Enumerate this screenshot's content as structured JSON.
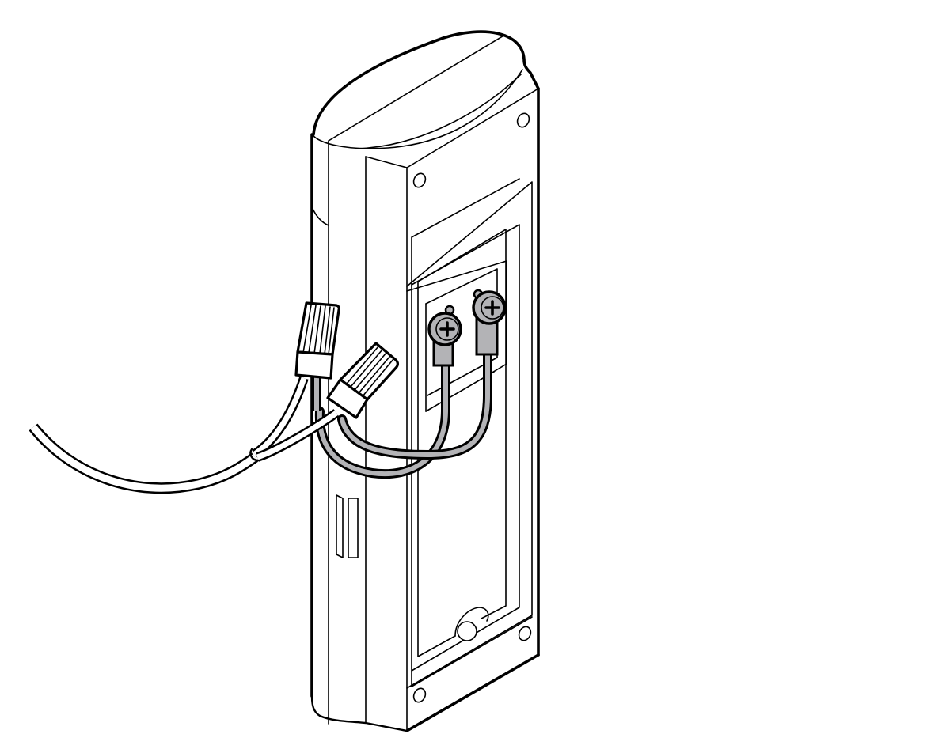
{
  "figure": {
    "title": "Doorbell button wired to low-voltage wires with wire nuts",
    "background": "#ffffff",
    "line_color": "#000000",
    "wire_gray": "#b3b3b6",
    "components": [
      {
        "id": "housing",
        "label": "Doorbell button housing (rear view)"
      },
      {
        "id": "mount-holes",
        "label": "Mounting screw holes (4)"
      },
      {
        "id": "terminal-left",
        "label": "Left terminal screw"
      },
      {
        "id": "terminal-right",
        "label": "Right terminal screw"
      },
      {
        "id": "lead-wires",
        "label": "Gray lead wires"
      },
      {
        "id": "wire-nut-upper",
        "label": "Upper wire nut"
      },
      {
        "id": "wire-nut-lower",
        "label": "Lower wire nut"
      },
      {
        "id": "supply-cable",
        "label": "Low-voltage supply cable"
      },
      {
        "id": "side-vents",
        "label": "Side slots"
      }
    ]
  }
}
